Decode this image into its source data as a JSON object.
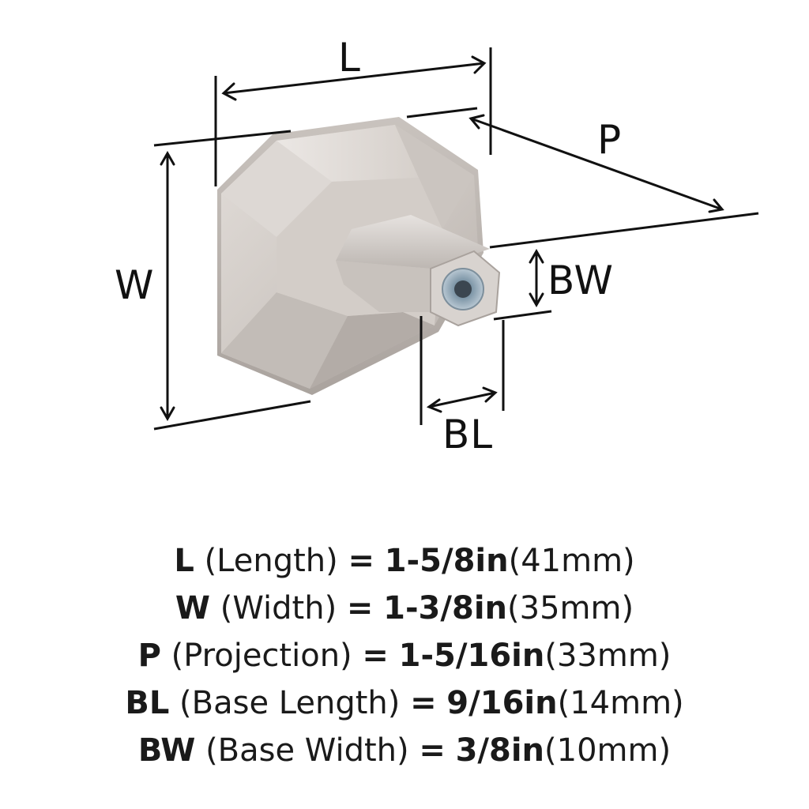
{
  "dimension_labels": {
    "L": "L",
    "W": "W",
    "P": "P",
    "BW": "BW",
    "BL": "BL"
  },
  "specs": [
    {
      "key": "L",
      "name": "(Length)",
      "eq": "=",
      "imperial": "1-5/8in",
      "metric": "(41mm)"
    },
    {
      "key": "W",
      "name": "(Width)",
      "eq": "=",
      "imperial": "1-3/8in",
      "metric": "(35mm)"
    },
    {
      "key": "P",
      "name": "(Projection)",
      "eq": "=",
      "imperial": "1-5/16in",
      "metric": "(33mm)"
    },
    {
      "key": "BL",
      "name": "(Base Length)",
      "eq": "=",
      "imperial": "9/16in",
      "metric": "(14mm)"
    },
    {
      "key": "BW",
      "name": "(Base Width)",
      "eq": "=",
      "imperial": "3/8in",
      "metric": "(10mm)"
    }
  ],
  "colors": {
    "line": "#111111",
    "metal_light": "#d9d4d0",
    "metal_mid": "#bfb9b4",
    "metal_dark": "#a39d98",
    "insert": "#8fa6b8"
  }
}
